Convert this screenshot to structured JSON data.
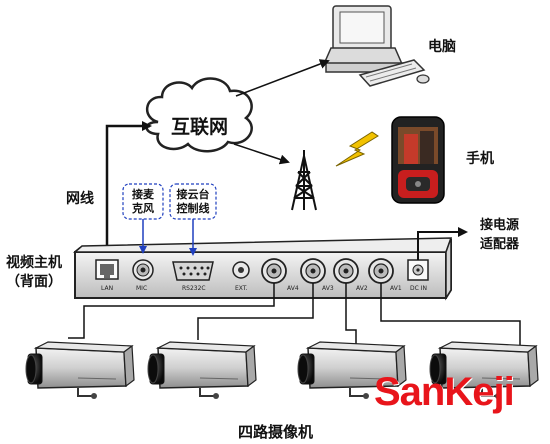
{
  "labels": {
    "host_line1": "视频主机",
    "host_line2": "（背面）",
    "network_cable": "网线",
    "internet": "互联网",
    "computer": "电脑",
    "phone": "手机",
    "power_line1": "接电源",
    "power_line2": "适配器",
    "microphone_line1": "接麦",
    "microphone_line2": "克风",
    "ptz_line1": "接云台",
    "ptz_line2": "控制线",
    "cameras": "四路摄像机"
  },
  "ports": [
    "LAN",
    "MIC",
    "RS232C",
    "EXT.",
    "AV4",
    "AV3",
    "AV2",
    "AV1",
    "DC IN"
  ],
  "watermark": "SanKeji",
  "colors": {
    "watermark": "#e8151b",
    "connector_arrow": "#1f3fbf",
    "dashed_box": "#1f3fbf",
    "lightning": "#f2c200"
  }
}
